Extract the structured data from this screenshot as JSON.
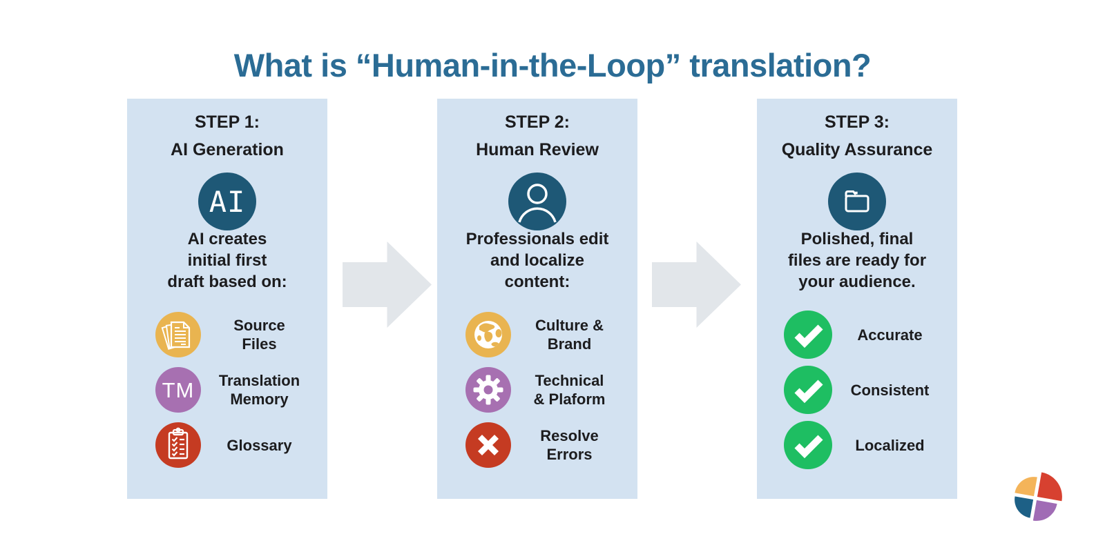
{
  "title": "What is “Human-in-the-Loop” translation?",
  "colors": {
    "title_blue": "#2B6C95",
    "panel_bg": "#D3E2F1",
    "arrow_gray": "#E2E6EA",
    "text": "#1C1C1E",
    "step_badge_teal": "#1E5876",
    "icon_yellow": "#E9B450",
    "icon_purple": "#A770B1",
    "icon_red": "#C53B22",
    "icon_green": "#1EBE62",
    "icon_glyph_white": "#FFFFFF"
  },
  "steps": [
    {
      "title": "STEP 1:\nAI Generation",
      "badge_icon": "ai-letters",
      "badge_text": "AI",
      "description": "AI creates\ninitial first\ndraft based on:",
      "items": [
        {
          "icon": "source-files-documents",
          "label": "Source\nFiles"
        },
        {
          "icon": "translation-memory-letters",
          "icon_text": "TM",
          "label": "Translation\nMemory"
        },
        {
          "icon": "glossary-clipboard",
          "label": "Glossary"
        }
      ]
    },
    {
      "title": "STEP 2:\nHuman Review",
      "badge_icon": "person",
      "description": "Professionals edit\nand localize\ncontent:",
      "items": [
        {
          "icon": "globe",
          "label": "Culture &\nBrand"
        },
        {
          "icon": "gear",
          "label": "Technical\n& Plaform"
        },
        {
          "icon": "error-cross",
          "label": "Resolve\nErrors"
        }
      ]
    },
    {
      "title": "STEP 3:\nQuality Assurance",
      "badge_icon": "folder",
      "description": "Polished, final\nfiles are ready for\nyour audience.",
      "items": [
        {
          "icon": "check",
          "label": "Accurate"
        },
        {
          "icon": "check",
          "label": "Consistent"
        },
        {
          "icon": "check",
          "label": "Localized"
        }
      ]
    }
  ],
  "logo": {
    "name": "pie-quadrants-brand-mark",
    "quadrant_colors": {
      "top_left": "#F4B45A",
      "top_right": "#D74130",
      "bottom_left": "#1D6086",
      "bottom_right": "#A06CB5"
    }
  }
}
